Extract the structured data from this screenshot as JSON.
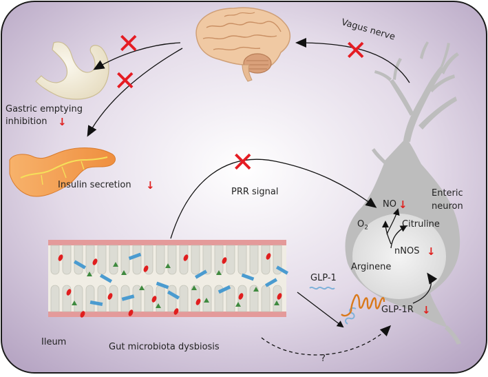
{
  "labels": {
    "vagus_nerve": "Vagus nerve",
    "gastric_line1": "Gastric emptying",
    "gastric_line2": "inhibition",
    "insulin": "Insulin secretion",
    "prr": "PRR signal",
    "enteric_line1": "Enteric",
    "enteric_line2": "neuron",
    "no": "NO",
    "o2": "O",
    "o2_sub": "2",
    "citruline": "Citruline",
    "nnos": "nNOS",
    "arginene": "Arginene",
    "glp1": "GLP-1",
    "glp1r": "GLP-1R",
    "ileum": "Ileum",
    "gut": "Gut microbiota dysbiosis",
    "question": "?"
  },
  "symbols": {
    "down_arrow": "↓",
    "cross": "✕"
  },
  "colors": {
    "background_gradient_center": "#ffffff",
    "background_gradient_edge": "#b9a8c6",
    "border": "#1a1a1a",
    "inhibition_cross": "#e51c23",
    "down_arrow": "#e0201e",
    "neuron": "#bdbdbd",
    "pancreas": "#f19a4a",
    "stomach": "#f1ead3",
    "brain": "#f0c9a3",
    "villi_top": "#e59a9a",
    "microbe_red": "#e01e1e",
    "microbe_blue": "#4a9bd0",
    "microbe_green": "#3f8a3f",
    "receptor": "#d9791a"
  },
  "icons": [
    "brain-icon",
    "stomach-icon",
    "pancreas-icon",
    "enteric-neuron-icon",
    "intestinal-villi-icon",
    "glp1r-receptor-icon"
  ]
}
